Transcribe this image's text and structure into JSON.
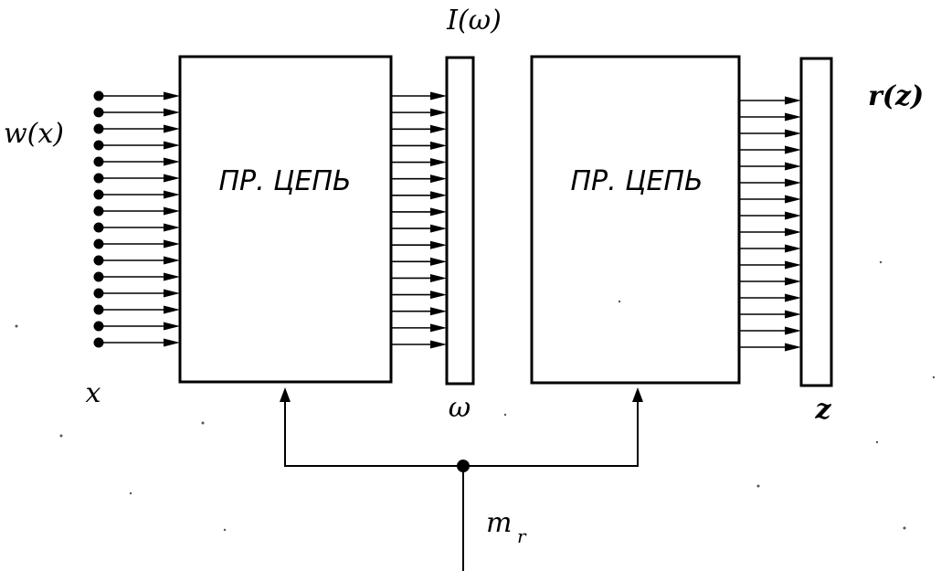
{
  "blocks": [
    {
      "label": "ПР. ЦЕПЬ"
    },
    {
      "label": "ПР. ЦЕПЬ"
    }
  ],
  "labels": {
    "input_distribution": "w(x)",
    "input_variable": "x",
    "intermediate_function": "I(ω)",
    "intermediate_variable": "ω",
    "output_function": "r(z)",
    "output_variable": "z",
    "control": "m",
    "control_subscript": "r"
  },
  "input_channel_count": 16,
  "intermediate_channel_count": 16,
  "output_channel_count": 16
}
